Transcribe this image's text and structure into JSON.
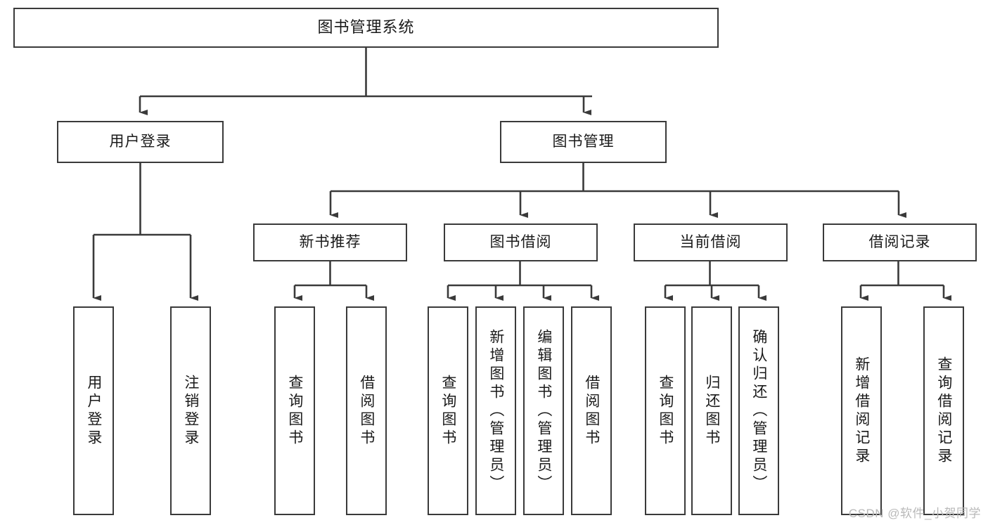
{
  "diagram": {
    "title": "图书管理系统",
    "watermark": "CSDN @软件_小贺同学",
    "stroke_color": "#3a3a3a",
    "text_color": "#1a1a1a",
    "background": "#ffffff",
    "root": {
      "label": "图书管理系统"
    },
    "level2": [
      {
        "label": "用户登录"
      },
      {
        "label": "图书管理"
      }
    ],
    "level3": [
      {
        "label": "新书推荐"
      },
      {
        "label": "图书借阅"
      },
      {
        "label": "当前借阅"
      },
      {
        "label": "借阅记录"
      }
    ],
    "leaves": {
      "user_login": [
        {
          "label": "用户登录"
        },
        {
          "label": "注销登录"
        }
      ],
      "new_book_recommend": [
        {
          "label": "查询图书"
        },
        {
          "label": "借阅图书"
        }
      ],
      "book_borrow": [
        {
          "label": "查询图书"
        },
        {
          "label": "新增图书（管理员）"
        },
        {
          "label": "编辑图书（管理员）"
        },
        {
          "label": "借阅图书"
        }
      ],
      "current_borrow": [
        {
          "label": "查询图书"
        },
        {
          "label": "归还图书"
        },
        {
          "label": "确认归还（管理员）"
        }
      ],
      "borrow_record": [
        {
          "label": "新增借阅记录"
        },
        {
          "label": "查询借阅记录"
        }
      ]
    }
  }
}
